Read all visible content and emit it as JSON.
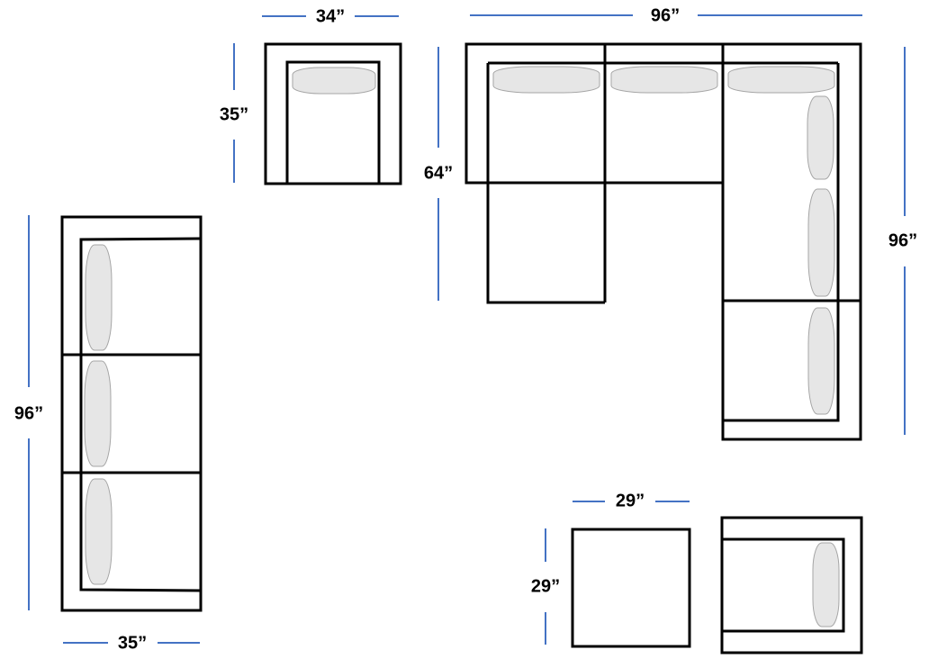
{
  "colors": {
    "dimension_line": "#4472c4",
    "outline": "#000000",
    "cushion": "#e6e6e6"
  },
  "dimensions": {
    "armchair_top_width": "34”",
    "armchair_top_depth": "35”",
    "sectional_width": "96”",
    "sectional_depth_left": "64”",
    "sectional_depth_right": "96”",
    "sofa_length": "96”",
    "sofa_depth": "35”",
    "ottoman_width": "29”",
    "ottoman_depth": "29”"
  }
}
